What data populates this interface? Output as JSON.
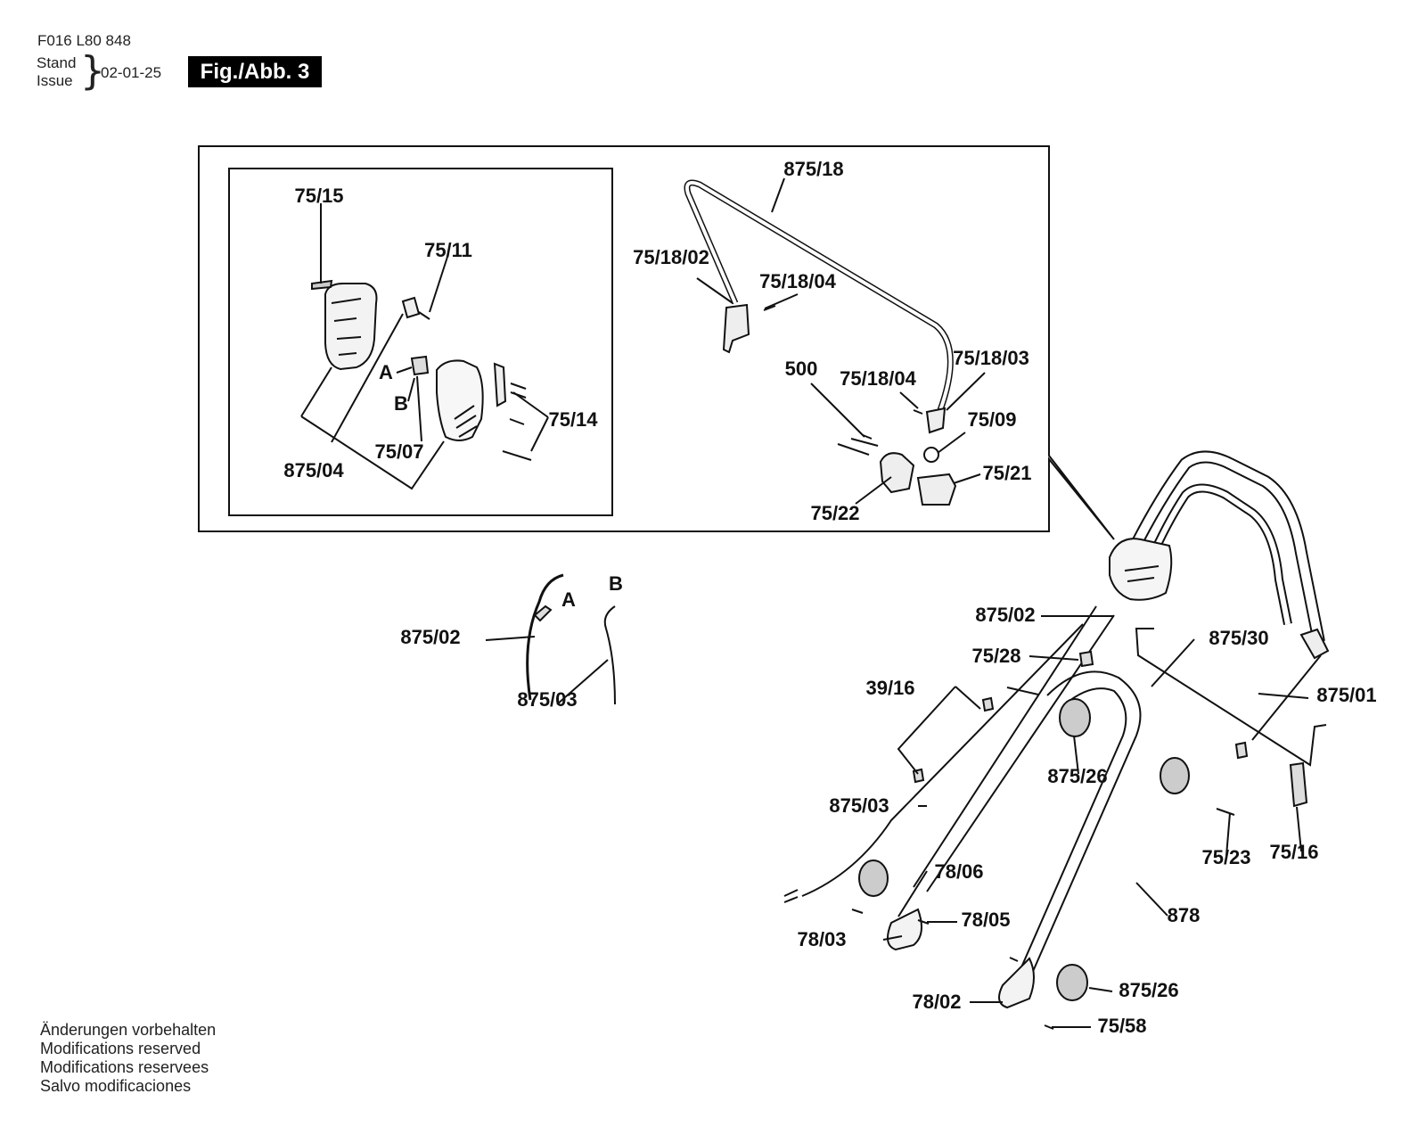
{
  "header": {
    "part_number": "F016 L80 848",
    "stand_label": "Stand",
    "issue_label": "Issue",
    "date": "02-01-25",
    "figure_label": "Fig./Abb. 3"
  },
  "notes": [
    "Änderungen vorbehalten",
    "Modifications reserved",
    "Modifications reservees",
    "Salvo modificaciones"
  ],
  "labels": {
    "p75_15": "75/15",
    "p75_11": "75/11",
    "pA_inset": "A",
    "pB_inset": "B",
    "p75_07": "75/07",
    "p75_14": "75/14",
    "p875_04": "875/04",
    "p875_18": "875/18",
    "p75_18_02": "75/18/02",
    "p75_18_04a": "75/18/04",
    "p75_18_04b": "75/18/04",
    "p75_18_03": "75/18/03",
    "p500": "500",
    "p75_09": "75/09",
    "p75_21": "75/21",
    "p75_22": "75/22",
    "pA_cable": "A",
    "pB_cable": "B",
    "p875_02_left": "875/02",
    "p875_03_left": "875/03",
    "p875_02_right": "875/02",
    "p75_28": "75/28",
    "p875_30": "875/30",
    "p875_01": "875/01",
    "p39_16": "39/16",
    "p875_26_top": "875/26",
    "p875_03_right": "875/03",
    "p75_23": "75/23",
    "p75_16": "75/16",
    "p78_06": "78/06",
    "p78_05": "78/05",
    "p78_03": "78/03",
    "p878": "878",
    "p875_26_bottom": "875/26",
    "p78_02": "78/02",
    "p75_58": "75/58"
  }
}
